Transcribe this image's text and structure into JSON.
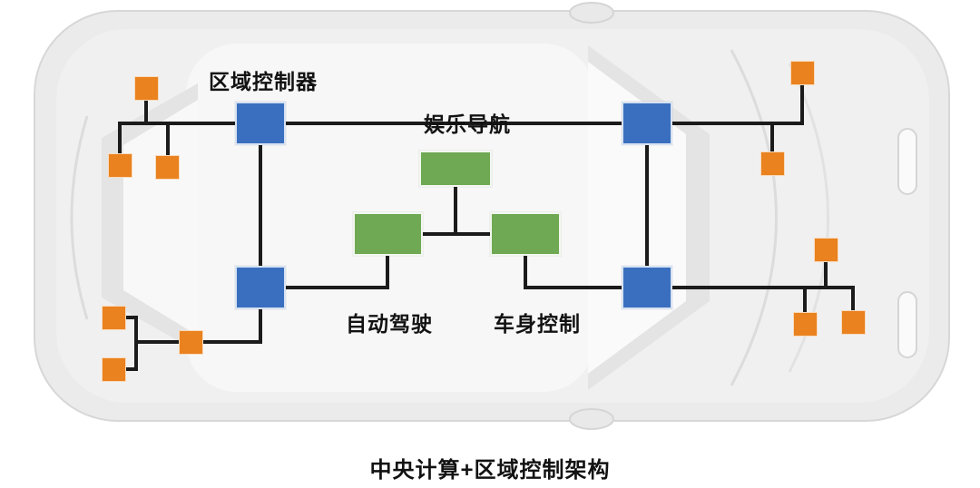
{
  "diagram": {
    "caption": "中央计算+区域控制架构",
    "zonal_controller_label": "区域控制器",
    "compute_units": {
      "infotainment": "娱乐导航",
      "autonomous_driving": "自动驾驶",
      "body_control": "车身控制"
    },
    "node_counts": {
      "zonal_controllers": 4,
      "central_compute_units": 3,
      "edge_devices": 11
    },
    "colors": {
      "node-blue": "#3a6fbf",
      "node-green": "#6fa953",
      "node-orange": "#e9821f",
      "wire": "#1b1b1b",
      "car-body": "#ebebeb"
    }
  }
}
